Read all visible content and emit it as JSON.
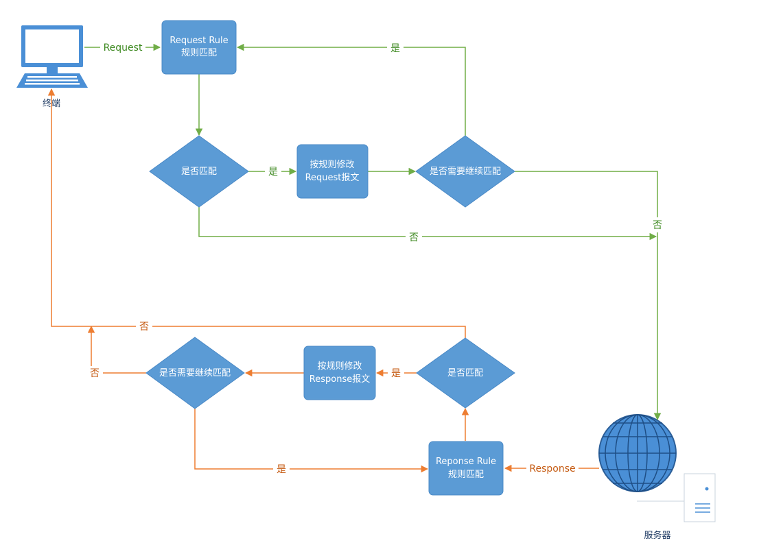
{
  "colors": {
    "node_fill": "#5B9BD5",
    "node_stroke": "#4A89C6",
    "request_flow": "#70AD47",
    "request_label": "#3F8A22",
    "response_flow": "#ED7D31",
    "response_label": "#C55A11",
    "icon_blue": "#4A8FD6"
  },
  "icons": {
    "terminal": {
      "icon": "computer-icon",
      "label": "终端"
    },
    "server": {
      "icon": "globe-icon",
      "label": "服务器"
    }
  },
  "request": {
    "rule": [
      "Request Rule",
      "规则匹配"
    ],
    "match": "是否匹配",
    "modify": [
      "按规则修改",
      "Request报文"
    ],
    "continue": "是否需要继续匹配"
  },
  "response": {
    "rule": [
      "Reponse Rule",
      "规则匹配"
    ],
    "match": "是否匹配",
    "modify": [
      "按规则修改",
      "Response报文"
    ],
    "continue": "是否需要继续匹配"
  },
  "edges": {
    "request": "Request",
    "response": "Response",
    "yes": "是",
    "no": "否"
  }
}
